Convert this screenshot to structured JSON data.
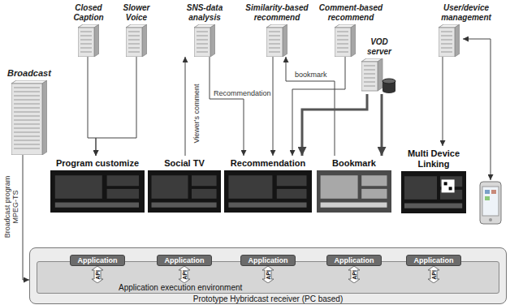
{
  "diagram": {
    "nodes": [
      {
        "text": [
          "Broadcast"
        ]
      },
      {
        "text": [
          "Closed Caption"
        ]
      },
      {
        "text": [
          "Slower Voice"
        ]
      },
      {
        "text": [
          "SNS-data analysis"
        ]
      },
      {
        "text": [
          "Similarity-based recommend"
        ]
      },
      {
        "text": [
          "Comment-based recommend"
        ]
      },
      {
        "text": [
          "VOD server"
        ]
      },
      {
        "text": [
          "User/device management"
        ]
      },
      {
        "text": [
          "Program customize"
        ]
      },
      {
        "text": [
          "Social TV"
        ]
      },
      {
        "text": [
          "Recommendation"
        ]
      },
      {
        "text": [
          "Bookmark"
        ]
      },
      {
        "text": [
          "Multi Device Linking"
        ]
      },
      {
        "text": [
          "Prototype Hybridcast receiver (PC based)"
        ]
      },
      {
        "text": [
          "Application"
        ],
        "in": 13
      },
      {
        "text": [
          "Application"
        ],
        "in": 13
      },
      {
        "text": [
          "Application"
        ],
        "in": 13
      },
      {
        "text": [
          "Application"
        ],
        "in": 13
      },
      {
        "text": [
          "Application"
        ],
        "in": 13
      },
      {
        "text": [
          "API"
        ],
        "in": 13
      },
      {
        "text": [
          "API"
        ],
        "in": 13
      },
      {
        "text": [
          "API"
        ],
        "in": 13
      },
      {
        "text": [
          "API"
        ],
        "in": 13
      },
      {
        "text": [
          "API"
        ],
        "in": 13
      },
      {
        "text": [
          "Application execution environment"
        ],
        "in": 13
      }
    ],
    "edges": [
      {
        "from": 0,
        "to": 13,
        "arrow": "to",
        "label": "Broadcast program MPEG-TS"
      },
      {
        "from": 1,
        "to": 8,
        "arrow": "to"
      },
      {
        "from": 2,
        "to": 8,
        "arrow": "to"
      },
      {
        "from": 9,
        "to": 3,
        "arrow": "to",
        "label": "Viewer's comment"
      },
      {
        "from": 3,
        "to": 10,
        "arrow": "to",
        "label": "Recommendation"
      },
      {
        "from": 4,
        "to": 10,
        "arrow": "to"
      },
      {
        "from": 11,
        "to": 4,
        "arrow": "to",
        "label": "bookmark"
      },
      {
        "from": 5,
        "to": 10,
        "arrow": "to"
      },
      {
        "from": 6,
        "to": 10,
        "arrow": "to"
      },
      {
        "from": 6,
        "to": 11,
        "arrow": "to"
      },
      {
        "from": 7,
        "to": 12,
        "arrow": "to"
      }
    ]
  }
}
